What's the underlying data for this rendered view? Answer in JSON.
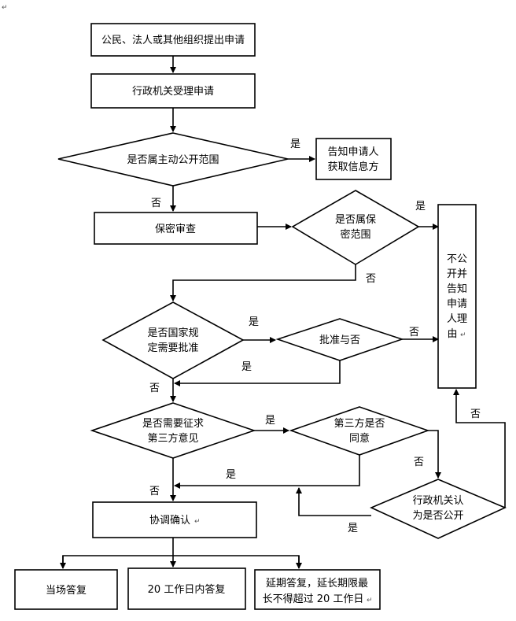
{
  "nodes": {
    "apply": [
      "公民、法人或其他组织提出申请"
    ],
    "accept": [
      "行政机关受理申请"
    ],
    "d_active": [
      "是否属主动公开范围"
    ],
    "inform": [
      "告知申请人",
      "获取信息方"
    ],
    "secrecy": [
      "保密审查"
    ],
    "d_secret": [
      "是否属保",
      "密范围"
    ],
    "refuse": [
      "不公",
      "开并",
      "告知",
      "申请",
      "人理",
      "由"
    ],
    "d_approval": [
      "是否国家规",
      "定需要批准"
    ],
    "approve": [
      "批准与否"
    ],
    "d_thirdparty": [
      "是否需要征求",
      "第三方意见"
    ],
    "agree": [
      "第三方是否",
      "同意"
    ],
    "d_admin": [
      "行政机关认",
      "为是否公开"
    ],
    "coordinate": [
      "协调确认"
    ],
    "r_immediate": [
      "当场答复"
    ],
    "r_20days": [
      "20 工作日内答复"
    ],
    "r_extend": [
      "延期答复，延长期限最",
      "长不得超过 20 工作日"
    ]
  },
  "edge_labels": {
    "yes": "是",
    "no": "否"
  },
  "marks": {
    "corner": "↵",
    "return": "↵"
  }
}
